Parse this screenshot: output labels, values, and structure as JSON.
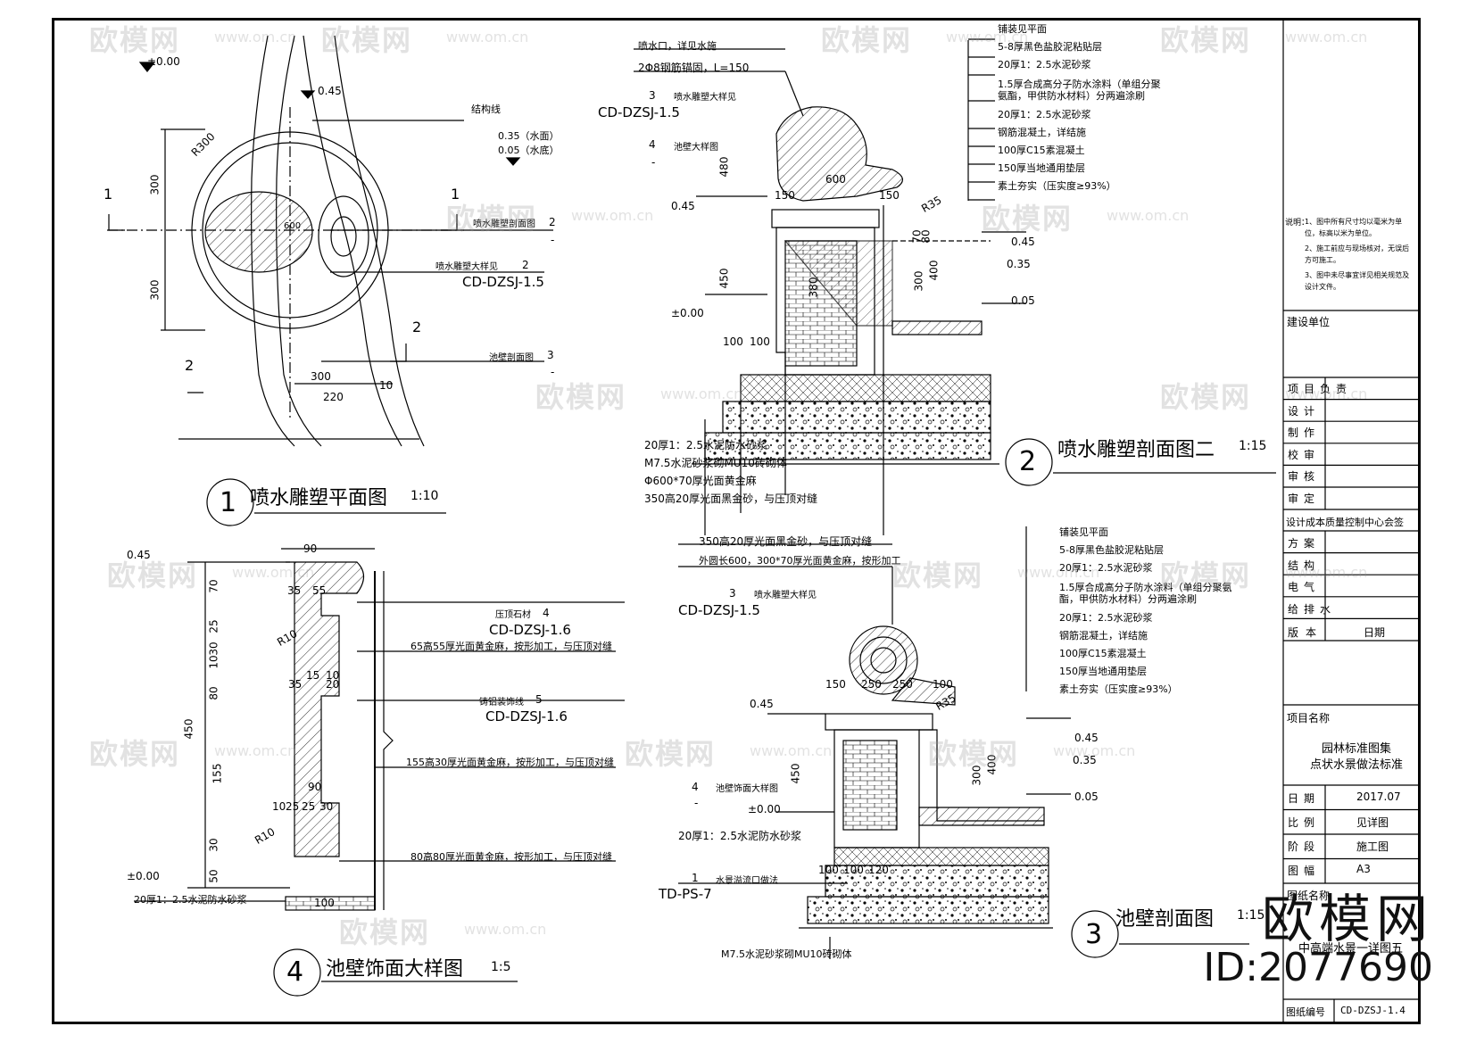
{
  "views": [
    {
      "number": "1",
      "title": "喷水雕塑平面图",
      "scale": "1:10"
    },
    {
      "number": "2",
      "title": "喷水雕塑剖面图二",
      "scale": "1:15"
    },
    {
      "number": "3",
      "title": "池壁剖面图",
      "scale": "1:15"
    },
    {
      "number": "4",
      "title": "池壁饰面大样图",
      "scale": "1:5"
    }
  ],
  "plan": {
    "level": "±0.00",
    "level2": "0.45",
    "structure_line": "结构线",
    "water_level": "0.35（水面）",
    "bottom_level": "0.05（水底）",
    "radius": "R300",
    "dims": [
      "300",
      "300",
      "300",
      "220",
      "10",
      "600"
    ],
    "section_marks": [
      "1",
      "1",
      "2",
      "2"
    ],
    "refs": [
      {
        "label": "喷水雕塑剖面图",
        "num": "2",
        "sheet": "-"
      },
      {
        "label": "喷水雕塑大样见",
        "num": "2",
        "sheet": "CD-DZSJ-1.5"
      },
      {
        "label": "池壁剖面图",
        "num": "3",
        "sheet": "-"
      }
    ]
  },
  "section2": {
    "top_notes": [
      "喷水口，详见水施",
      "2Φ8钢筋锚固，L=150"
    ],
    "ref3": {
      "label": "喷水雕塑大样见",
      "num": "3",
      "sheet": "CD-DZSJ-1.5"
    },
    "ref4": {
      "label": "池壁大样图",
      "num": "4",
      "sheet": "-"
    },
    "right_notes": [
      "铺装见平面",
      "5-8厚黑色盐胶泥粘贴层",
      "20厚1：2.5水泥砂浆",
      "1.5厚合成高分子防水涂料（单组分聚氨酯，甲供防水材料）分两遍涂刷",
      "20厚1：2.5水泥砂浆",
      "钢筋混凝土，详结施",
      "100厚C15素混凝土",
      "150厚当地通用垫层",
      "素土夯实（压实度≥93%）"
    ],
    "bottom_notes": [
      "20厚1：2.5水泥防水砂浆",
      "M7.5水泥砂浆砌MU10砖砌体",
      "Φ600*70厚光面黄金麻",
      "350高20厚光面黑金砂，与压顶对缝"
    ],
    "levels": [
      "0.45",
      "±0.00",
      "0.45",
      "0.35",
      "0.05"
    ],
    "dims": [
      "480",
      "450",
      "380",
      "150",
      "600",
      "150",
      "100",
      "100",
      "300",
      "400",
      "70",
      "80",
      "R35"
    ]
  },
  "section3": {
    "top_notes": [
      "350高20厚光面黑金砂，与压顶对缝",
      "外圆长600，300*70厚光面黄金麻，按形加工"
    ],
    "ref3": {
      "label": "喷水雕塑大样见",
      "num": "3",
      "sheet": "CD-DZSJ-1.5"
    },
    "ref4": {
      "label": "池壁饰面大样图",
      "num": "4",
      "sheet": "-"
    },
    "ref1": {
      "label": "水景溢流口做法",
      "num": "1",
      "sheet": "TD-PS-7"
    },
    "right_notes": [
      "铺装见平面",
      "5-8厚黑色盐胶泥粘贴层",
      "20厚1：2.5水泥砂浆",
      "1.5厚合成高分子防水涂料（单组分聚氨酯，甲供防水材料）分两遍涂刷",
      "20厚1：2.5水泥砂浆",
      "钢筋混凝土，详结施",
      "100厚C15素混凝土",
      "150厚当地通用垫层",
      "素土夯实（压实度≥93%）"
    ],
    "bottom_notes": [
      "20厚1：2.5水泥防水砂浆",
      "M7.5水泥砂浆砌MU10砖砌体"
    ],
    "levels": [
      "0.45",
      "±0.00",
      "0.45",
      "0.35",
      "0.05"
    ],
    "dims": [
      "150",
      "250",
      "250",
      "100",
      "450",
      "300",
      "400",
      "100",
      "100",
      "120",
      "R35"
    ]
  },
  "section4": {
    "levels": [
      "0.45",
      "±0.00"
    ],
    "dims_left": [
      "70",
      "25",
      "30",
      "10",
      "80",
      "155",
      "30",
      "50",
      "450"
    ],
    "dims_top": [
      "90",
      "35",
      "55",
      "15",
      "10",
      "35",
      "20",
      "90",
      "10",
      "25",
      "25",
      "30",
      "100"
    ],
    "radii": [
      "R10",
      "R10"
    ],
    "ref4": {
      "label": "压顶石材",
      "num": "4",
      "sheet": "CD-DZSJ-1.6"
    },
    "ref5": {
      "label": "铸铝装饰线",
      "num": "5",
      "sheet": "CD-DZSJ-1.6"
    },
    "notes": [
      "65高55厚光面黄金麻，按形加工，与压顶对缝",
      "155高30厚光面黄金麻，按形加工，与压顶对缝",
      "80高80厚光面黄金麻，按形加工，与压顶对缝",
      "20厚1：2.5水泥防水砂浆"
    ]
  },
  "title_block": {
    "remarks_label": "说明：",
    "remarks": [
      "1、图中所有尺寸均以毫米为单位，标高以米为单位。",
      "2、施工前应与现场核对，无误后方可施工。",
      "3、图中未尽事宜详见相关规范及设计文件。"
    ],
    "client_label": "建设单位",
    "roles": [
      "项目负责",
      "设计",
      "制作",
      "校审",
      "审核",
      "审定"
    ],
    "cost_center": "设计成本质量控制中心会签",
    "disciplines": [
      "方案",
      "结构",
      "电气",
      "给排水"
    ],
    "version_label": "版本",
    "date_label": "日期",
    "project_label": "项目名称",
    "project_name": [
      "园林标准图集",
      "点状水景做法标准"
    ],
    "info": [
      {
        "label": "日期",
        "value": "2017.07"
      },
      {
        "label": "比例",
        "value": "见详图"
      },
      {
        "label": "阶段",
        "value": "施工图"
      },
      {
        "label": "图幅",
        "value": "A3"
      }
    ],
    "drawing_name_label": "图纸名称",
    "drawing_name": "中高端水景一详图五",
    "drawing_no_label": "图纸编号",
    "drawing_no": "CD-DZSJ-1.4"
  },
  "watermark": {
    "brand": "欧模网",
    "url": "www.om.cn",
    "id": "ID:2077690"
  }
}
